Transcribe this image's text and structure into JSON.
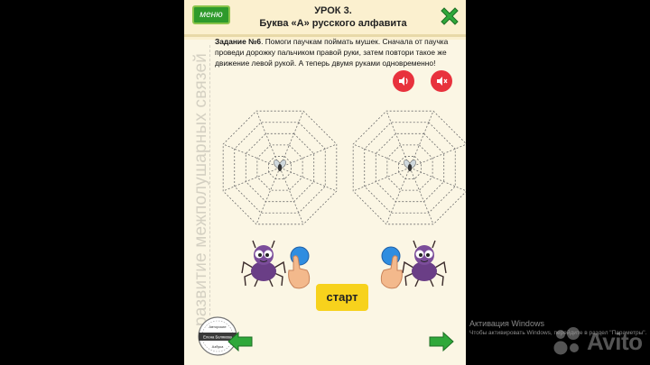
{
  "header": {
    "title": "УРОК 3.",
    "subtitle": "Буква «А» русского алфавита",
    "menu_label": "меню"
  },
  "task": {
    "label": "Задание №6",
    "text": ". Помоги паучкам поймать мушек. Сначала от паучка проведи дорожку пальчиком правой руки, затем повтори такое же движение левой рукой. А теперь двумя руками одновременно!"
  },
  "side_caption": "развитие межполушарных связей",
  "start_label": "старт",
  "author_logo": {
    "text": "Елена Белякова",
    "subtext": "Авторские",
    "footer": "Азбука"
  },
  "windows_activation": {
    "title": "Активация Windows",
    "text": "Чтобы активировать Windows, перейдите в раздел \"Параметры\"."
  },
  "watermark": "Avito",
  "icons": {
    "close": "close-icon",
    "sound_on": "speaker-on-icon",
    "sound_off": "speaker-mute-icon",
    "back": "arrow-left-icon",
    "next": "arrow-right-icon"
  },
  "colors": {
    "menu_green": "#2e9a2b",
    "sound_red": "#e8323d",
    "start_yellow": "#f7d21c",
    "arrow_green": "#2fa83a",
    "panel_bg": "#fbf6e4"
  }
}
